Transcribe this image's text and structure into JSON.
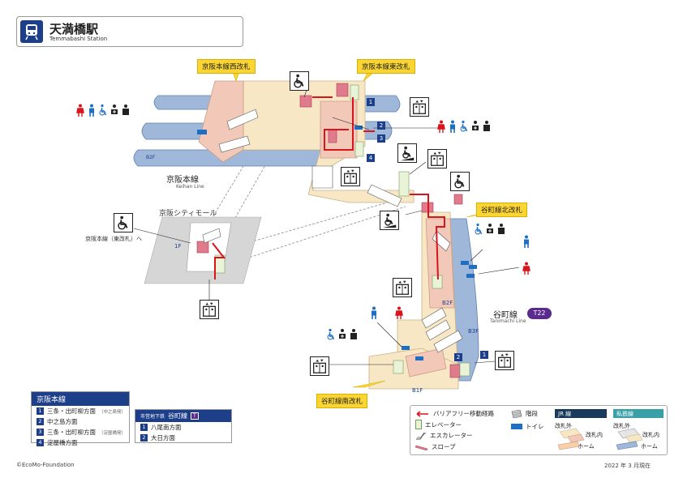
{
  "header": {
    "title": "天満橋駅",
    "title_en": "Temmabashi Station",
    "icon": "train-icon"
  },
  "gates": {
    "keihan_west": "京阪本線西改札",
    "keihan_east": "京阪本線東改札",
    "tanimachi_north": "谷町線北改札",
    "tanimachi_south": "谷町線南改札"
  },
  "lines": {
    "keihan": {
      "name": "京阪本線",
      "name_en": "Keihan Line"
    },
    "tanimachi": {
      "name": "谷町線",
      "name_en": "Tanimachi Line",
      "code": "T22",
      "code_color": "#5a2a8c"
    }
  },
  "areas": {
    "mall": "京阪シティモール",
    "mall_direction": "京阪本線（東改札）へ",
    "mall_floor": "1F"
  },
  "floors": {
    "keihan_platform": "B2F",
    "tanimachi_concourse": "B2F",
    "tanimachi_platform": "B3F",
    "tanimachi_b1f": "B1F"
  },
  "platforms": {
    "keihan": [
      "1",
      "2",
      "3",
      "4"
    ],
    "tanimachi": [
      "1",
      "2"
    ]
  },
  "legend_keihan": {
    "title": "京阪本線",
    "rows": [
      {
        "num": "1",
        "label": "三条・出町柳方面",
        "note": "（中之島発）"
      },
      {
        "num": "2",
        "label": "中之島方面",
        "note": ""
      },
      {
        "num": "3",
        "label": "三条・出町柳方面",
        "note": "（淀屋橋発）"
      },
      {
        "num": "4",
        "label": "淀屋橋方面",
        "note": ""
      }
    ]
  },
  "legend_tanimachi": {
    "operator": "市営地下鉄",
    "title": "谷町線",
    "code": "T",
    "rows": [
      {
        "num": "1",
        "label": "八尾南方面"
      },
      {
        "num": "2",
        "label": "大日方面"
      }
    ]
  },
  "map_legend": {
    "barrier_free": "バリアフリー移動経路",
    "elevator": "エレベーター",
    "escalator": "エスカレーター",
    "slope": "スロープ",
    "stairs": "階段",
    "toilet": "トイレ",
    "jr": "JR 線",
    "private": "私鉄線",
    "outside_gate": "改札外",
    "inside_gate": "改札内",
    "platform": "ホーム",
    "jr_color": "#1a3a5c",
    "private_color": "#3aa0a8"
  },
  "footer": {
    "copyright": "©EcoMo-Foundation",
    "date": "2022 年 3 月現在"
  },
  "colors": {
    "platform_blue": "#9fb7d8",
    "concourse_beige": "#f8e7c4",
    "gate_area_pink": "#f2c9b8",
    "route_red": "#d9141b",
    "line_navy": "#1d3f8a",
    "gate_yellow": "#fbd533"
  }
}
